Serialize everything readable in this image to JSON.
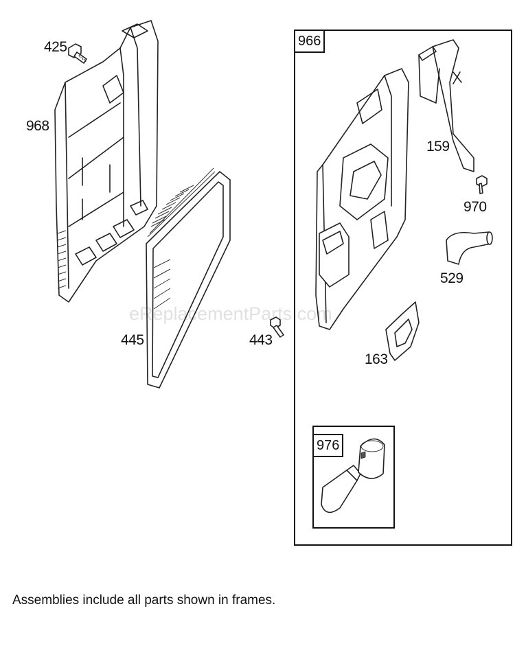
{
  "parts": {
    "p425": "425",
    "p968": "968",
    "p445": "445",
    "p443": "443",
    "p966": "966",
    "p159": "159",
    "p970": "970",
    "p529": "529",
    "p163": "163",
    "p976": "976"
  },
  "watermark": "eReplacementParts.com",
  "caption": "Assemblies include all parts shown in frames."
}
